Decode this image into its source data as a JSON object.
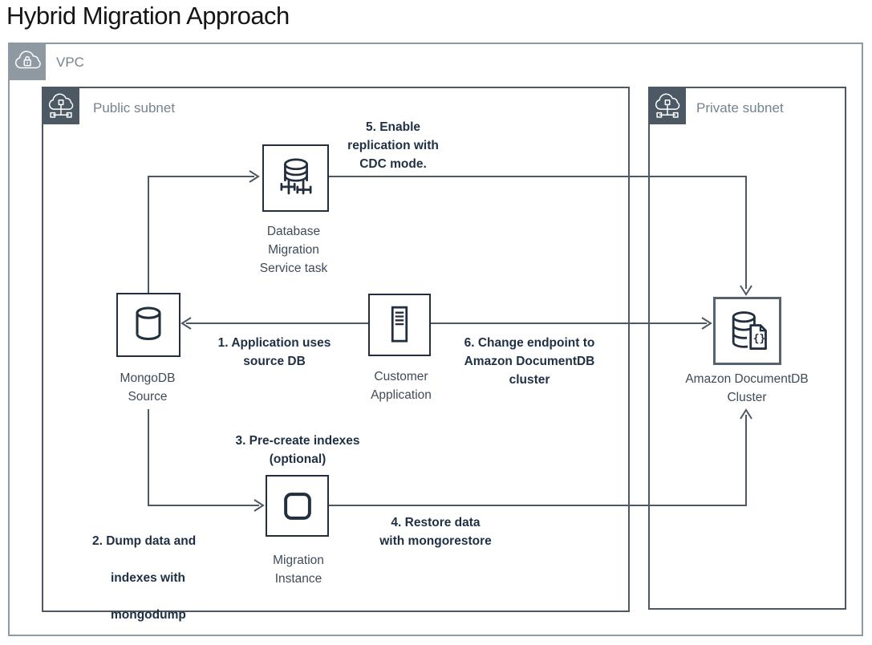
{
  "title": "Hybrid Migration Approach",
  "groups": {
    "vpc": {
      "label": "VPC"
    },
    "public_subnet": {
      "label": "Public subnet"
    },
    "private_subnet": {
      "label": "Private subnet"
    }
  },
  "nodes": {
    "dms": {
      "label": "Database\nMigration\nService task"
    },
    "mongodb": {
      "label": "MongoDB\nSource"
    },
    "customer_app": {
      "label": "Customer\nApplication"
    },
    "migration_instance": {
      "label": "Migration\nInstance"
    },
    "documentdb": {
      "label": "Amazon DocumentDB\nCluster"
    }
  },
  "steps": {
    "s1": {
      "label": "1. Application uses\nsource DB"
    },
    "s2": {
      "lines": [
        "2. Dump data and",
        "indexes with",
        "mongodump"
      ]
    },
    "s3": {
      "label": "3. Pre-create indexes\n(optional)"
    },
    "s4": {
      "label": "4. Restore data\nwith mongorestore"
    },
    "s5": {
      "label": "5. Enable\nreplication with\nCDC mode."
    },
    "s6": {
      "label": "6. Change endpoint to\nAmazon DocumentDB\ncluster"
    }
  },
  "icons": {
    "vpc": "cloud-lock-icon",
    "public_subnet": "network-cloud-icon",
    "private_subnet": "network-cloud-icon",
    "dms": "dms-database-icon",
    "mongodb": "database-cylinder-icon",
    "customer_app": "server-icon",
    "migration_instance": "instance-icon",
    "documentdb": "documentdb-icon"
  },
  "colors": {
    "vpc_border": "#8e99a2",
    "subnet_border": "#4c5965",
    "node_border": "#232f3e",
    "docdb_border": "#57636e",
    "connector": "#4c5965",
    "step_text": "#1f3044",
    "node_label": "#3f4b57",
    "group_label": "#76838d"
  }
}
